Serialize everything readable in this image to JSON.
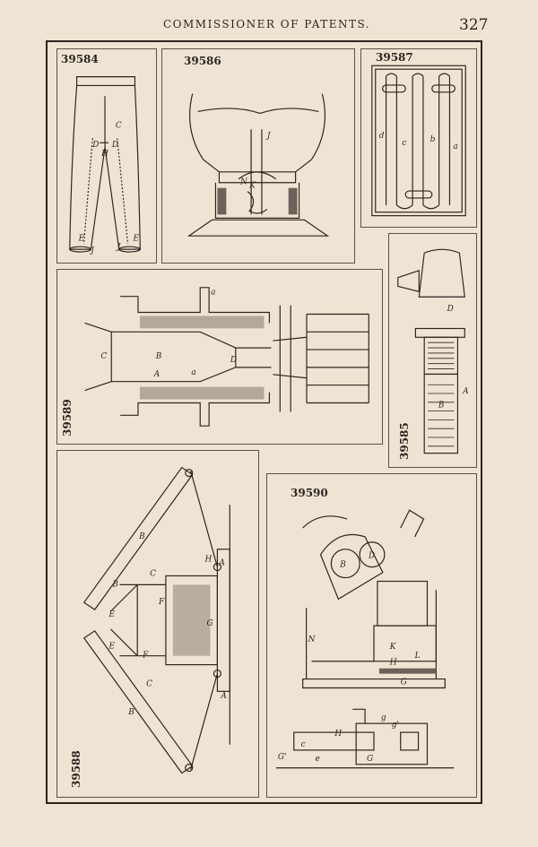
{
  "page": {
    "running_title": "COMMISSIONER OF PATENTS.",
    "page_number": "327"
  },
  "figures": [
    {
      "number": "39584",
      "labels": [
        "C",
        "D",
        "D",
        "H",
        "E",
        "E",
        "J",
        "J"
      ]
    },
    {
      "number": "39586",
      "labels": [
        "J",
        "N",
        "K"
      ]
    },
    {
      "number": "39587",
      "labels": [
        "d",
        "c",
        "b",
        "a"
      ]
    },
    {
      "number": "39589",
      "labels": [
        "C",
        "B",
        "A",
        "a",
        "D",
        "a"
      ]
    },
    {
      "number": "39585",
      "labels": [
        "D",
        "B",
        "A"
      ]
    },
    {
      "number": "39588",
      "labels": [
        "B",
        "C",
        "B",
        "H",
        "F",
        "E",
        "E",
        "G",
        "F",
        "C",
        "A",
        "B",
        "A"
      ]
    },
    {
      "number": "39590",
      "labels": [
        "B",
        "D",
        "N",
        "K",
        "L",
        "H",
        "G",
        "H",
        "g",
        "g'",
        "G",
        "G'",
        "e",
        "c"
      ]
    }
  ]
}
